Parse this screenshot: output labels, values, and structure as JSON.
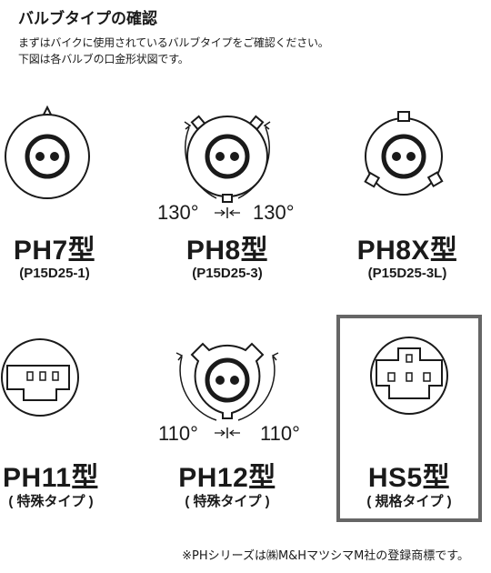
{
  "header": {
    "title": "バルブタイプの確認",
    "line1": "まずはバイクに使用されているバルブタイプをご確認ください。",
    "line2": "下図は各バルブの口金形状図です。"
  },
  "bulbs": [
    {
      "type": "PH7型",
      "code": "(P15D25-1)"
    },
    {
      "type": "PH8型",
      "code": "(P15D25-3)",
      "angle_left": "130°",
      "angle_right": "130°"
    },
    {
      "type": "PH8X型",
      "code": "(P15D25-3L)"
    },
    {
      "type": "PH11型",
      "code": "( 特殊タイプ )"
    },
    {
      "type": "PH12型",
      "code": "( 特殊タイプ )",
      "angle_left": "110°",
      "angle_right": "110°"
    },
    {
      "type": "HS5型",
      "code": "( 規格タイプ )"
    }
  ],
  "footer": {
    "note": "※PHシリーズは㈱M&HマツシマM社の登録商標です。"
  }
}
